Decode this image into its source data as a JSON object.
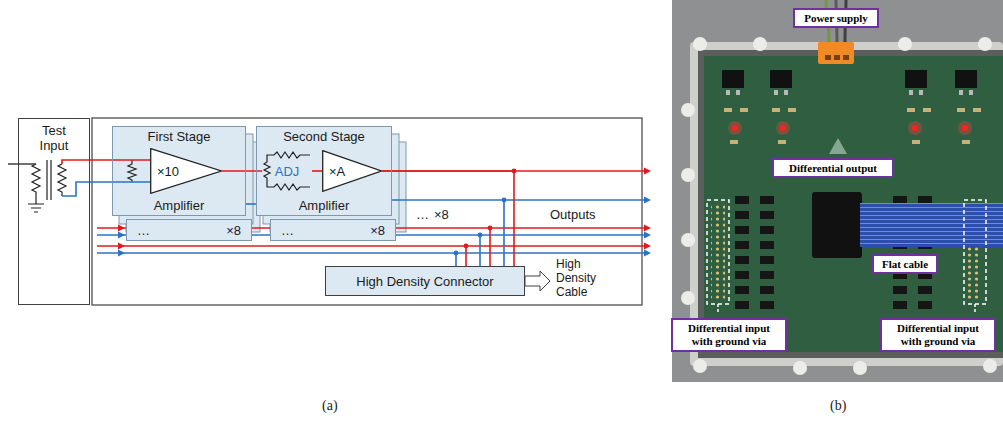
{
  "diagram": {
    "nodes": [
      {
        "text": [
          "Test Input"
        ]
      },
      {
        "text": [
          "First Stage",
          "Amplifier"
        ]
      },
      {
        "text": [
          "×10"
        ],
        "in": 1
      },
      {
        "text": [
          "…",
          "×8"
        ]
      },
      {
        "text": [
          "Second Stage",
          "Amplifier"
        ]
      },
      {
        "text": [
          "ADJ"
        ],
        "in": 4
      },
      {
        "text": [
          "×A"
        ],
        "in": 4
      },
      {
        "text": [
          "…",
          "×8"
        ]
      },
      {
        "text": [
          "High Density Connector"
        ]
      },
      {
        "text": [
          "Power supply"
        ]
      },
      {
        "text": [
          "Differential output"
        ]
      },
      {
        "text": [
          "Flat cable"
        ]
      },
      {
        "text": [
          "Differential input with ground via"
        ]
      },
      {
        "text": [
          "Differential input with ground via"
        ]
      }
    ],
    "edges": [
      {
        "from": 0,
        "to": 2,
        "arrow": "none"
      },
      {
        "from": 0,
        "to": 2,
        "arrow": "none"
      },
      {
        "from": 2,
        "to": 5,
        "arrow": "none"
      },
      {
        "from": 5,
        "to": 6,
        "arrow": "none"
      },
      {
        "from": 6,
        "to": 8,
        "arrow": "none"
      }
    ],
    "labels": [
      "Outputs",
      "High Density Cable",
      "…",
      "×8",
      "(a)",
      "(b)"
    ]
  }
}
